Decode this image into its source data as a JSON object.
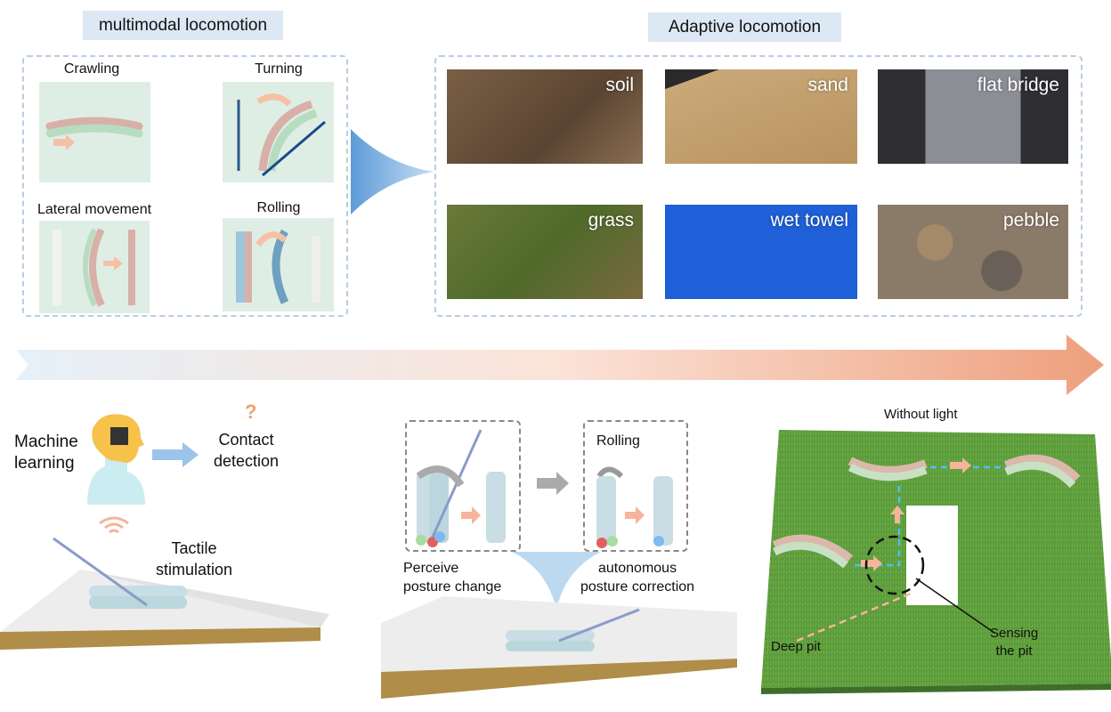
{
  "top_left": {
    "title": "multimodal locomotion",
    "modes": [
      "Crawling",
      "Turning",
      "Lateral movement",
      "Rolling"
    ]
  },
  "top_right": {
    "title": "Adaptive locomotion",
    "terrains": [
      "soil",
      "sand",
      "flat bridge",
      "grass",
      "wet towel",
      "pebble"
    ]
  },
  "bottom_left": {
    "ml_line1": "Machine",
    "ml_line2": "learning",
    "contact_line1": "Contact",
    "contact_line2": "detection",
    "question": "?",
    "tactile_line1": "Tactile",
    "tactile_line2": "stimulation"
  },
  "bottom_mid": {
    "rolling": "Rolling",
    "perceive_line1": "Perceive",
    "perceive_line2": "posture change",
    "auto_line1": "autonomous",
    "auto_line2": "posture correction"
  },
  "bottom_right": {
    "title": "Without light",
    "deep_pit": "Deep pit",
    "sensing_line1": "Sensing",
    "sensing_line2": "the pit"
  },
  "colors": {
    "tag_bg": "#dce8f4",
    "arrow_end": "#ee9f7d",
    "grass": "#5a9a3a",
    "towel": "#1f5fd8"
  }
}
